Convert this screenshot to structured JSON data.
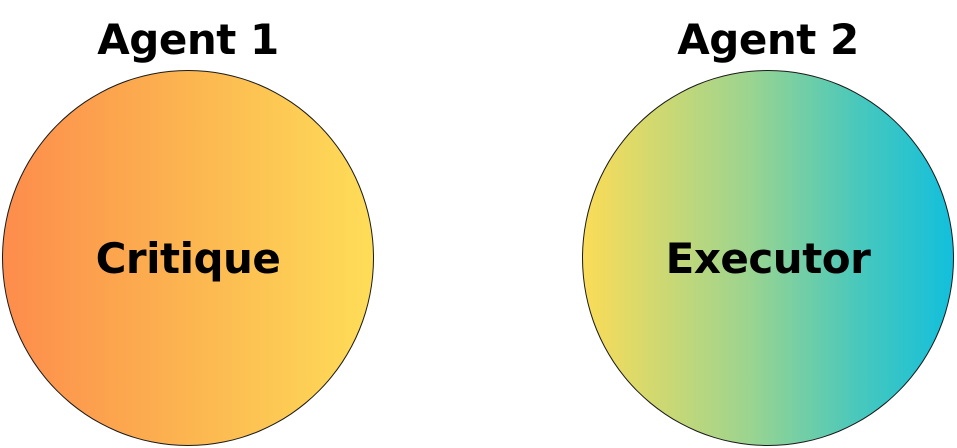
{
  "agents": [
    {
      "title": "Agent 1",
      "role": "Critique",
      "gradient": [
        "#fd8c4c",
        "#fcb550",
        "#fedd58"
      ]
    },
    {
      "title": "Agent 2",
      "role": "Executor",
      "gradient": [
        "#fbdc57",
        "#9bd490",
        "#47c8bd",
        "#12bfdc"
      ]
    }
  ]
}
